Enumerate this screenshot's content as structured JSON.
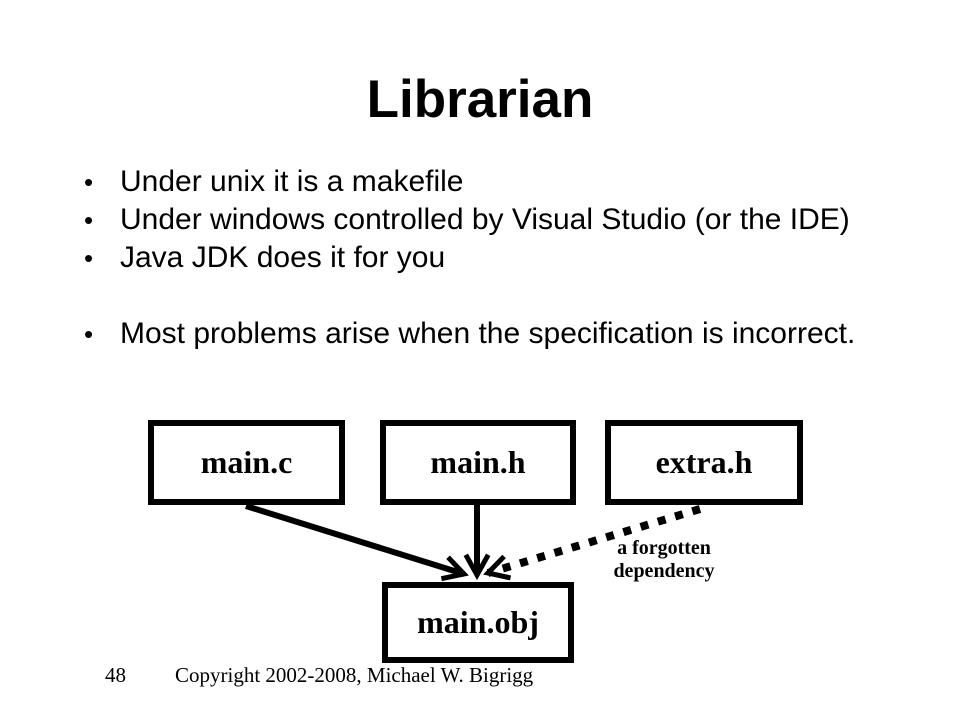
{
  "slide": {
    "title": "Librarian",
    "bullet_icon": "•",
    "bullets": [
      "Under unix it is a makefile",
      "Under windows controlled by Visual Studio (or the IDE)",
      "Java JDK does it for you",
      "Most problems arise when the specification is incorrect."
    ],
    "page_number": "48",
    "copyright": "Copyright 2002-2008, Michael W. Bigrigg"
  },
  "diagram": {
    "nodes": [
      {
        "label": "main.c"
      },
      {
        "label": "main.h"
      },
      {
        "label": "extra.h"
      },
      {
        "label": "main.obj"
      }
    ],
    "edges": [
      {
        "from": "main.c",
        "to": "main.obj",
        "style": "solid"
      },
      {
        "from": "main.h",
        "to": "main.obj",
        "style": "solid"
      },
      {
        "from": "extra.h",
        "to": "main.obj",
        "style": "dashed",
        "note": "a forgotten dependency"
      }
    ],
    "annotation": {
      "line1": "a forgotten",
      "line2": "dependency"
    }
  },
  "colors": {
    "background": "#ffffff",
    "ink": "#000000"
  }
}
